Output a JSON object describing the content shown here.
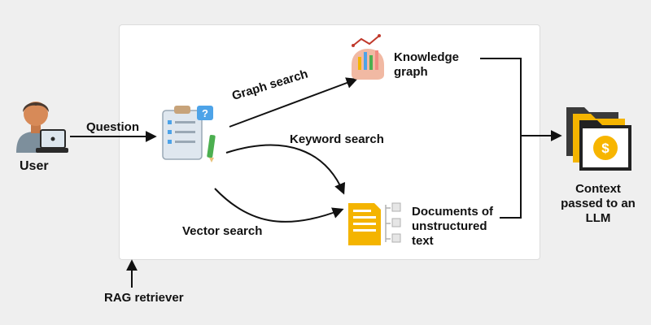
{
  "user": {
    "label": "User"
  },
  "question": {
    "label": "Question"
  },
  "retriever": {
    "label": "RAG retriever"
  },
  "edges": {
    "graph_search": "Graph search",
    "keyword_search": "Keyword search",
    "vector_search": "Vector search"
  },
  "knowledge_graph": {
    "line1": "Knowledge",
    "line2": "graph"
  },
  "documents": {
    "line1": "Documents of",
    "line2": "unstructured",
    "line3": "text"
  },
  "context": {
    "line1": "Context",
    "line2": "passed to an",
    "line3": "LLM"
  },
  "icons": {
    "user": "user-laptop-icon",
    "query": "clipboard-question-icon",
    "graph": "knowledge-graph-icon",
    "documents": "document-icon",
    "context": "folder-stack-coin-icon"
  },
  "colors": {
    "background": "#efefef",
    "panel": "#ffffff",
    "arrow": "#111111",
    "folder_orange": "#f4b400",
    "coin": "#f7b500",
    "clipboard": "#dfe7ef",
    "question_badge": "#4da3e8"
  }
}
